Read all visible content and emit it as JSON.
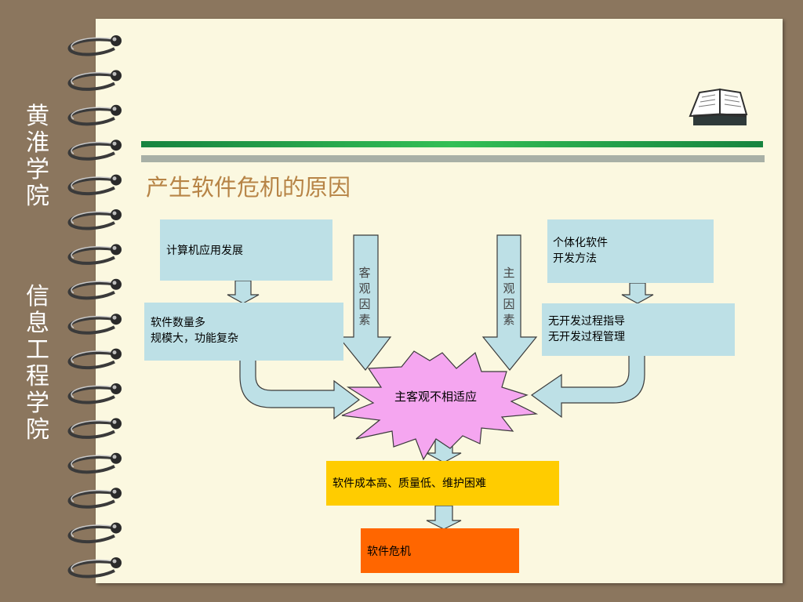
{
  "sidebar": {
    "school_top": "黄淮学院",
    "school_bottom": "信息工程学院"
  },
  "slide": {
    "title": "产生软件危机的原因",
    "box_app_dev": "计算机应用发展",
    "box_volume_line1": "软件数量多",
    "box_volume_line2": "规模大，功能复杂",
    "box_personal_line1": "个体化软件",
    "box_personal_line2": "开发方法",
    "box_process_line1": "无开发过程指导",
    "box_process_line2": "无开发过程管理",
    "objective_factor": [
      "客",
      "观",
      "因",
      "素"
    ],
    "subjective_factor": [
      "主",
      "观",
      "因",
      "素"
    ],
    "center_burst": "主客观不相适应",
    "result_cost": "软件成本高、质量低、维护困难",
    "result_crisis": "软件危机"
  },
  "colors": {
    "box_fill": "#bde0e6",
    "burst_fill": "#f5a6f0",
    "yellow": "#ffcc00",
    "orange": "#ff6600",
    "title": "#b78446"
  }
}
